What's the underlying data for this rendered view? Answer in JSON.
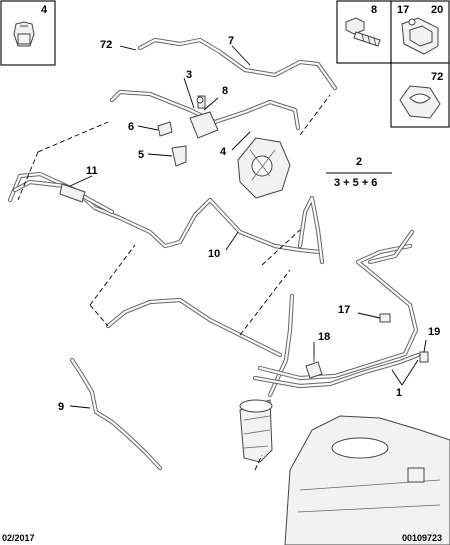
{
  "callouts": {
    "c1": "1",
    "c2": "2",
    "c3": "3",
    "c4": "4",
    "c5": "5",
    "c6": "6",
    "c7": "7",
    "c8": "8",
    "c9": "9",
    "c10": "10",
    "c11": "11",
    "c17": "17",
    "c18": "18",
    "c19": "19",
    "c72": "72"
  },
  "group_formula": "3 + 5 + 6",
  "inset_boxes": {
    "top_left": "4",
    "top_right_a": "8",
    "top_right_b": "17",
    "top_right_c": "20",
    "bottom_right": "72"
  },
  "footer": {
    "date": "02/2017",
    "reference": "00109723"
  }
}
